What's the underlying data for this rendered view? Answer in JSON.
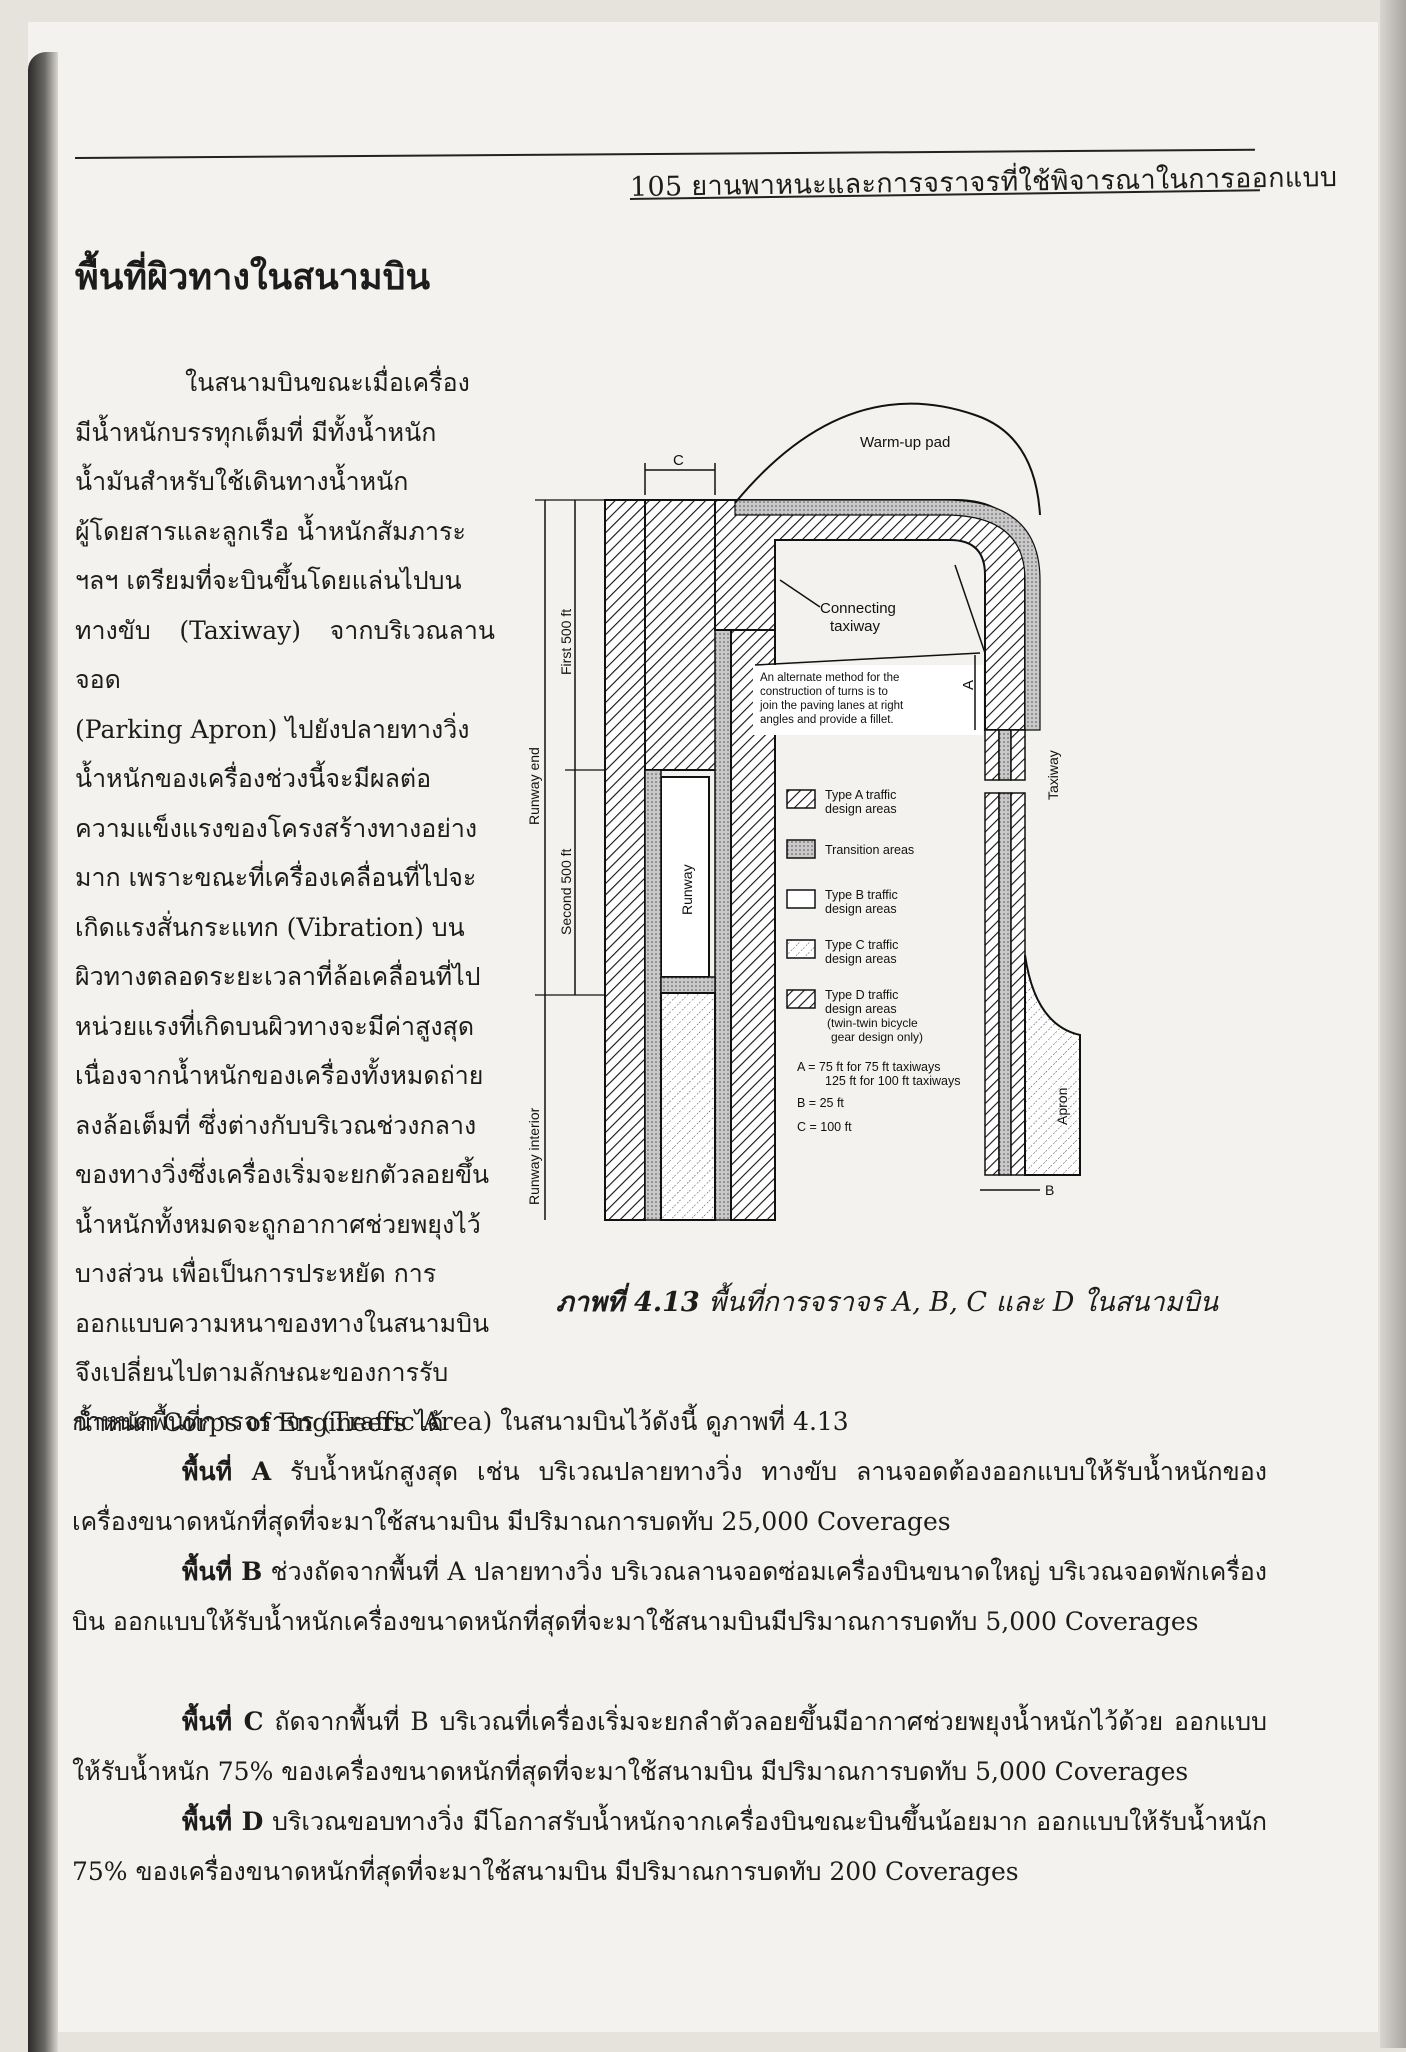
{
  "header": {
    "page_number": "105",
    "running_title": "ยานพาหนะและการจราจรที่ใช้พิจารณาในการออกแบบ"
  },
  "section_title": "พื้นที่ผิวทางในสนามบิน",
  "intro_lines": [
    "ในสนามบินขณะเมื่อเครื่อง",
    "มีน้ำหนักบรรทุกเต็มที่   มีทั้งน้ำหนัก",
    "น้ำมันสำหรับใช้เดินทางน้ำหนัก",
    "ผู้โดยสารและลูกเรือ  น้ำหนักสัมภาระ",
    "ฯลฯ  เตรียมที่จะบินขึ้นโดยแล่นไปบน",
    "ทางขับ (Taxiway) จากบริเวณลานจอด",
    "(Parking  Apron)  ไปยังปลายทางวิ่ง",
    "น้ำหนักของเครื่องช่วงนี้จะมีผลต่อ",
    "ความแข็งแรงของโครงสร้างทางอย่าง",
    "มาก  เพราะขณะที่เครื่องเคลื่อนที่ไปจะ",
    "เกิดแรงสั่นกระแทก  (Vibration)  บน",
    "ผิวทางตลอดระยะเวลาที่ล้อเคลื่อนที่ไป",
    "หน่วยแรงที่เกิดบนผิวทางจะมีค่าสูงสุด",
    "เนื่องจากน้ำหนักของเครื่องทั้งหมดถ่าย",
    "ลงล้อเต็มที่  ซึ่งต่างกับบริเวณช่วงกลาง",
    "ของทางวิ่งซึ่งเครื่องเริ่มจะยกตัวลอยขึ้น",
    "น้ำหนักทั้งหมดจะถูกอากาศช่วยพยุงไว้",
    "บางส่วน  เพื่อเป็นการประหยัด  การ",
    "ออกแบบความหนาของทางในสนามบิน",
    "จึงเปลี่ยนไปตามลักษณะของการรับ",
    "น้ำหนัก  Corps  of  Engineers  ได้"
  ],
  "intro_tail": "กำหนดพื้นที่การจราจร (Traffic Area) ในสนามบินไว้ดังนี้ ดูภาพที่ 4.13",
  "areas": [
    {
      "label": "พื้นที่ A",
      "text": "รับน้ำหนักสูงสุด เช่น บริเวณปลายทางวิ่ง ทางขับ ลานจอดต้องออกแบบให้รับน้ำหนักของเครื่องขนาดหนักที่สุดที่จะมาใช้สนามบิน มีปริมาณการบดทับ 25,000 Coverages"
    },
    {
      "label": "พื้นที่ B",
      "text": "ช่วงถัดจากพื้นที่ A ปลายทางวิ่ง บริเวณลานจอดซ่อมเครื่องบินขนาดใหญ่ บริเวณจอดพักเครื่องบิน ออกแบบให้รับน้ำหนักเครื่องขนาดหนักที่สุดที่จะมาใช้สนามบินมีปริมาณการบดทับ 5,000 Coverages"
    },
    {
      "label": "พื้นที่ C",
      "text": "ถัดจากพื้นที่ B บริเวณที่เครื่องเริ่มจะยกลำตัวลอยขึ้นมีอากาศช่วยพยุงน้ำหนักไว้ด้วย ออกแบบให้รับน้ำหนัก 75% ของเครื่องขนาดหนักที่สุดที่จะมาใช้สนามบิน มีปริมาณการบดทับ 5,000 Coverages"
    },
    {
      "label": "พื้นที่ D",
      "text": "บริเวณขอบทางวิ่ง มีโอกาสรับน้ำหนักจากเครื่องบินขณะบินขึ้นน้อยมาก ออกแบบให้รับน้ำหนัก 75% ของเครื่องขนาดหนักที่สุดที่จะมาใช้สนามบิน มีปริมาณการบดทับ 200 Coverages"
    }
  ],
  "figure": {
    "caption_number": "ภาพที่ 4.13",
    "caption_text": "พื้นที่การจราจร A, B, C และ D ในสนามบิน",
    "labels": {
      "warmup": "Warm-up pad",
      "connecting_1": "Connecting",
      "connecting_2": "taxiway",
      "alt_1": "An alternate method for the",
      "alt_2": "construction of turns is to",
      "alt_3": "join the paving lanes at right",
      "alt_4": "angles and provide a fillet.",
      "taxiway": "Taxiway",
      "apron": "Apron",
      "runway": "Runway",
      "runway_end": "Runway end",
      "runway_interior": "Runway interior",
      "first_500": "First 500 ft",
      "second_500": "Second 500 ft",
      "dim_c": "C",
      "dim_a": "A",
      "dim_b": "B"
    },
    "legend": [
      {
        "line1": "Type A traffic",
        "line2": "design areas"
      },
      {
        "line1": "Transition areas",
        "line2": ""
      },
      {
        "line1": "Type B traffic",
        "line2": "design areas"
      },
      {
        "line1": "Type C traffic",
        "line2": "design areas"
      },
      {
        "line1": "Type D traffic",
        "line2": "design areas",
        "line3": "(twin-twin bicycle",
        "line4": "gear design only)"
      }
    ],
    "notes": {
      "a1": "A = 75 ft for 75 ft taxiways",
      "a2": "125 ft for 100 ft taxiways",
      "b": "B = 25 ft",
      "c": "C = 100 ft"
    }
  }
}
